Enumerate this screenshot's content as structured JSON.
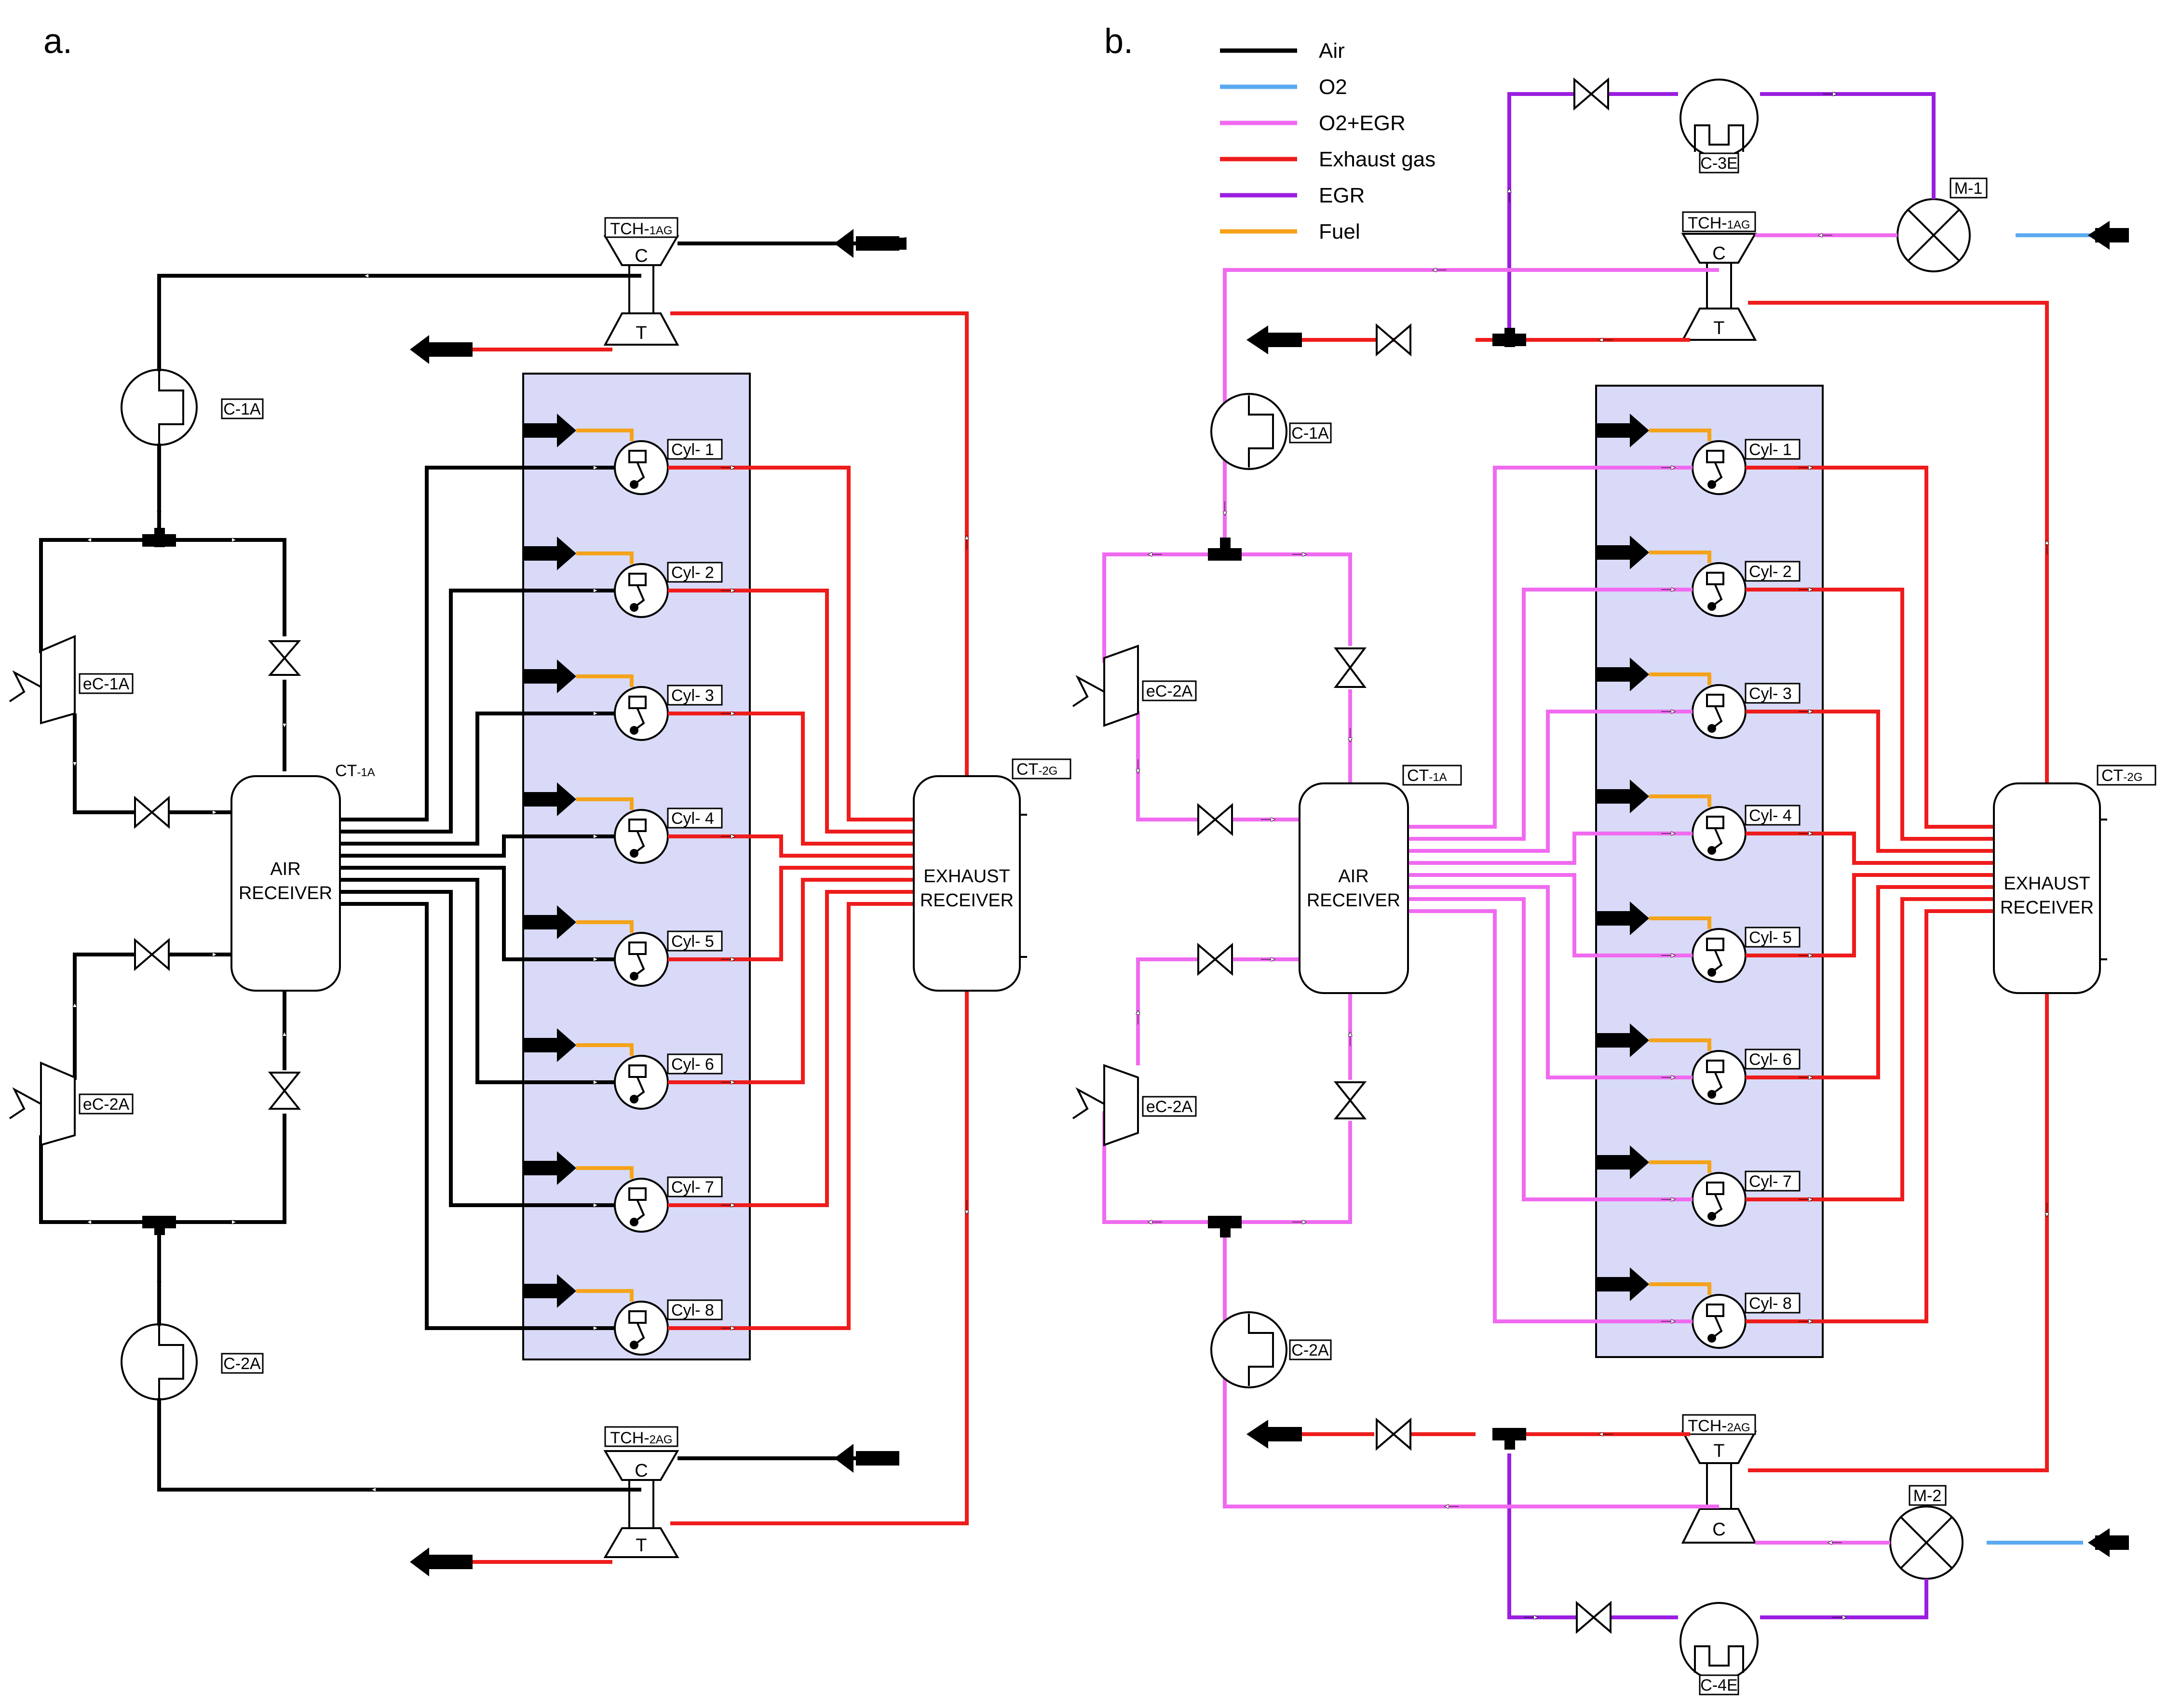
{
  "panels": [
    {
      "label": "a."
    },
    {
      "label": "b."
    }
  ],
  "legend": [
    {
      "label": "Air",
      "color": "#000000"
    },
    {
      "label": "O2",
      "color": "#5aaaf0"
    },
    {
      "label": "O2+EGR",
      "color": "#f06af0"
    },
    {
      "label": "Exhaust gas",
      "color": "#ee1c1c"
    },
    {
      "label": "EGR",
      "color": "#9b1ee0"
    },
    {
      "label": "Fuel",
      "color": "#f5a31a"
    }
  ],
  "colors": {
    "air": "#000000",
    "o2": "#5aaaf0",
    "o2_egr": "#f06af0",
    "exhaust": "#ee1c1c",
    "egr": "#9b1ee0",
    "fuel": "#f5a31a",
    "engine_block": "#d8daf7"
  },
  "cylinders": [
    "Cyl- 1",
    "Cyl- 2",
    "Cyl- 3",
    "Cyl- 4",
    "Cyl- 5",
    "Cyl- 6",
    "Cyl- 7",
    "Cyl- 8"
  ],
  "air_receiver": {
    "line1": "AIR",
    "line2": "RECEIVER",
    "tag": "CT-1A",
    "tag_main": "CT",
    "tag_sub": "-1A"
  },
  "exhaust_receiver": {
    "line1": "EXHAUST",
    "line2": "RECEIVER",
    "tag": "CT-2G",
    "tag_main": "CT",
    "tag_sub": "-2G"
  },
  "turbochargers": [
    {
      "tag": "TCH-1AG",
      "tag_main": "TCH-",
      "tag_sub": "1AG",
      "compressor": "C",
      "turbine": "T"
    },
    {
      "tag": "TCH-2AG",
      "tag_main": "TCH-",
      "tag_sub": "2AG",
      "compressor": "C",
      "turbine": "T"
    }
  ],
  "coolers": {
    "c1a": "C-1A",
    "c2a": "C-2A",
    "c3e": "C-3E",
    "c4e": "C-4E"
  },
  "electric_compressors": {
    "ec1a": "eC-1A",
    "ec2a": "eC-2A"
  },
  "mixers": {
    "m1": "M-1",
    "m2": "M-2"
  }
}
